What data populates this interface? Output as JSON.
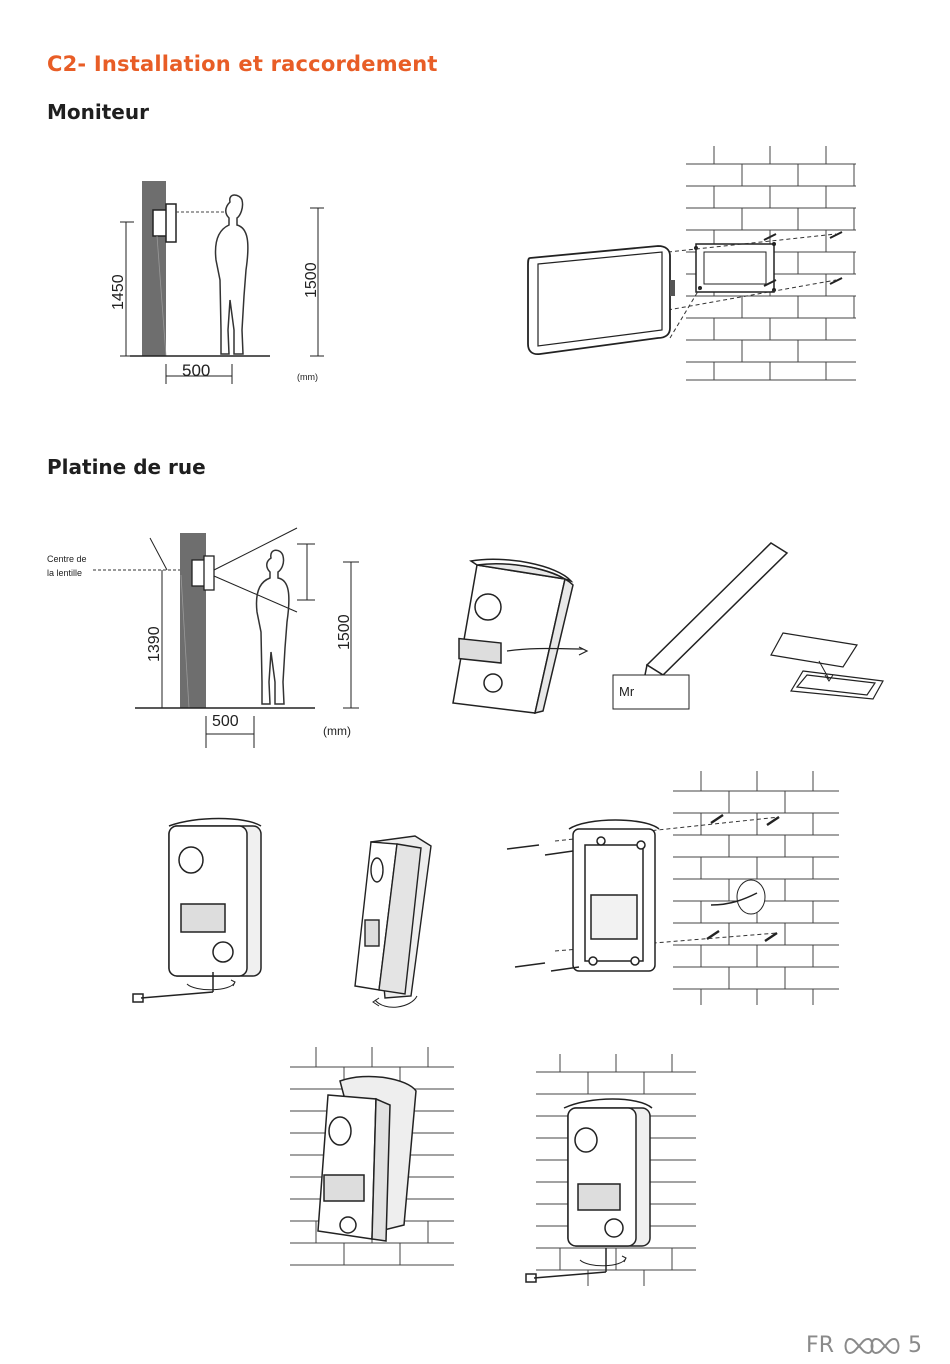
{
  "section": {
    "title": "C2- Installation et raccordement"
  },
  "monitor": {
    "heading": "Moniteur",
    "dim_height": "1450",
    "dim_eye_height": "1500",
    "dim_distance": "500",
    "unit": "(mm)"
  },
  "street_panel": {
    "heading": "Platine de rue",
    "lens_label_line1": "Centre de",
    "lens_label_line2": "la lentille",
    "dim_height": "1390",
    "dim_eye_height": "1500",
    "dim_distance": "500",
    "unit": "(mm)",
    "name_card_text": "Mr"
  },
  "footer": {
    "lang": "FR",
    "page": "5"
  }
}
